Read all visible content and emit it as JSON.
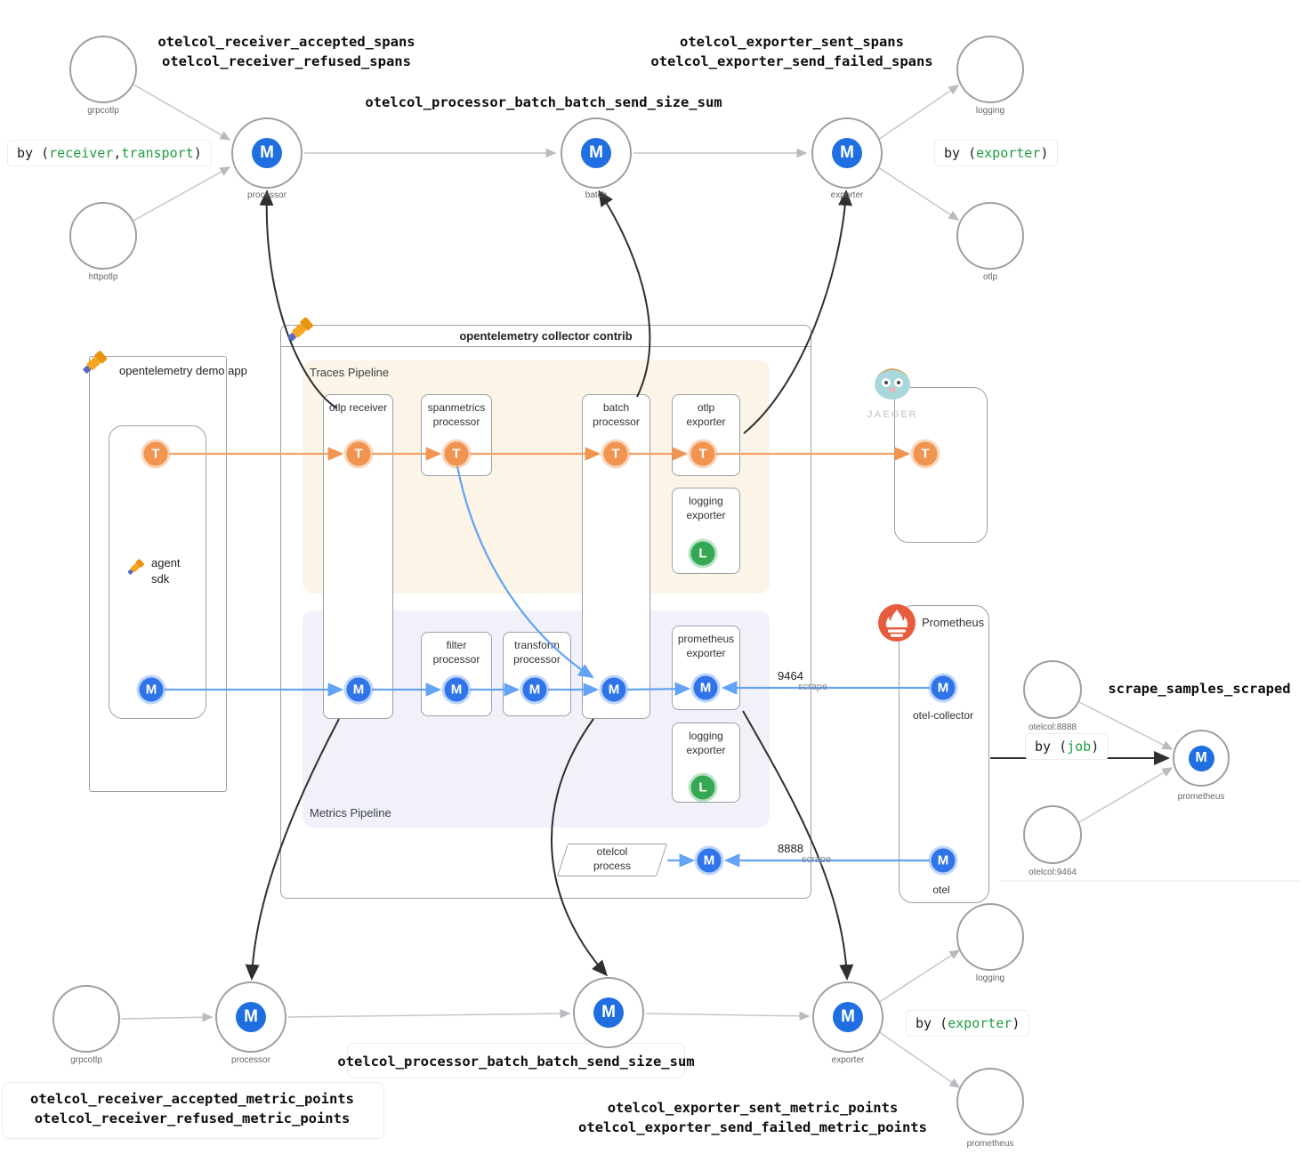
{
  "badges": {
    "metric": "M",
    "trace": "T",
    "log": "L"
  },
  "colors": {
    "metric_blue": "#1f6fe0",
    "trace_orange": "#f0944f",
    "log_green": "#34a853",
    "highlight_green": "#1e9e3e",
    "traces_area_bg": "#fcf4e7",
    "metrics_area_bg": "#f1f1fa"
  },
  "spans_flow": {
    "receiver_metrics": "otelcol_receiver_accepted_spans\notelcol_receiver_refused_spans",
    "processor_metric": "otelcol_processor_batch_batch_send_size_sum",
    "exporter_metrics": "otelcol_exporter_sent_spans\notelcol_exporter_send_failed_spans",
    "by_receiver_transport": {
      "prefix": "by (",
      "receiver": "receiver",
      "comma": ",",
      "transport": "transport",
      "suffix": ")"
    },
    "by_exporter": {
      "prefix": "by (",
      "value": "exporter",
      "suffix": ")"
    },
    "sources": [
      {
        "label": "grpcotlp"
      },
      {
        "label": "httpotlp"
      }
    ],
    "stages": [
      {
        "label": "processor"
      },
      {
        "label": "batch"
      },
      {
        "label": "exporter"
      }
    ],
    "sinks": [
      {
        "label": "logging"
      },
      {
        "label": "otlp"
      }
    ]
  },
  "demo_app": {
    "title": "opentelemetry\ndemo app",
    "sdk": "agent\nsdk"
  },
  "collector": {
    "title": "opentelemetry collector contrib",
    "traces": {
      "label": "Traces Pipeline",
      "components": {
        "otlp_receiver": "otlp receiver",
        "spanmetrics": "spanmetrics\nprocessor",
        "batch": "batch\nprocessor",
        "otlp_exporter": "otlp\nexporter",
        "logging_exporter": "logging\nexporter"
      }
    },
    "metrics": {
      "label": "Metrics Pipeline",
      "components": {
        "filter": "filter\nprocessor",
        "transform": "transform\nprocessor",
        "prometheus_exporter": "prometheus\nexporter",
        "logging_exporter": "logging\nexporter"
      }
    }
  },
  "jaeger": {
    "wordmark": "JAEGER"
  },
  "prometheus": {
    "label": "Prometheus",
    "collector_target": "otel-collector",
    "otel_target": "otel",
    "scrape_9464": {
      "port": "9464",
      "action": "scrape"
    },
    "scrape_8888": {
      "port": "8888",
      "action": "scrape"
    }
  },
  "process_node": {
    "label": "otelcol\nprocess"
  },
  "scrape_flow": {
    "metric": "scrape_samples_scraped",
    "by_job": {
      "prefix": "by (",
      "value": "job",
      "suffix": ")"
    },
    "sources": [
      {
        "label": "otelcol:8888"
      },
      {
        "label": "otelcol:9464"
      }
    ],
    "node_label": "prometheus"
  },
  "points_flow": {
    "receiver_metrics": "otelcol_receiver_accepted_metric_points\notelcol_receiver_refused_metric_points",
    "processor_metric": "otelcol_processor_batch_batch_send_size_sum",
    "exporter_metrics": "otelcol_exporter_sent_metric_points\notelcol_exporter_send_failed_metric_points",
    "by_exporter": {
      "prefix": "by (",
      "value": "exporter",
      "suffix": ")"
    },
    "source": {
      "label": "grpcotlp"
    },
    "stages": [
      {
        "label": "processor"
      },
      {
        "label": "exporter"
      }
    ],
    "sinks": [
      {
        "label": "logging"
      },
      {
        "label": "prometheus"
      }
    ]
  }
}
